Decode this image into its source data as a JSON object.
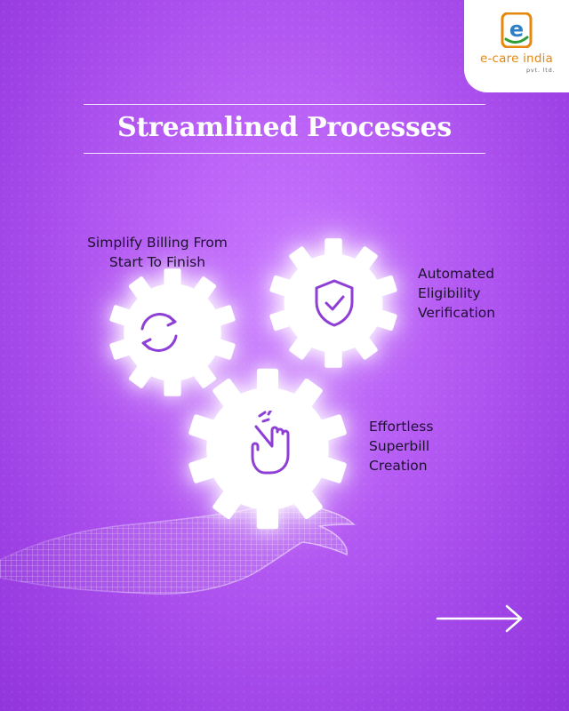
{
  "brand": {
    "logo_letter": "e",
    "name": "e-care india",
    "suffix": "pvt. ltd."
  },
  "title": "Streamlined Processes",
  "features": [
    {
      "lines": [
        "Simplify Billing From",
        "Start To Finish"
      ],
      "icon": "refresh-cycle-icon"
    },
    {
      "lines": [
        "Automated",
        "Eligibility",
        "Verification"
      ],
      "icon": "shield-check-icon"
    },
    {
      "lines": [
        "Effortless",
        "Superbill",
        "Creation"
      ],
      "icon": "hand-tap-icon"
    }
  ],
  "colors": {
    "background": "#b65cf4",
    "icon_stroke": "#8e3fd6",
    "brand_orange": "#e6870e",
    "brand_green": "#2f9e3a"
  },
  "next_icon": "arrow-right-icon"
}
